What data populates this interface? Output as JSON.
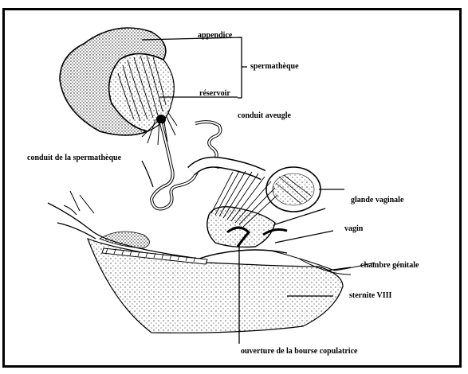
{
  "figure": {
    "labels": {
      "appendice": "appendice",
      "spermatheque": "spermathèque",
      "reservoir": "réservoir",
      "conduit_aveugle": "conduit aveugle",
      "conduit_spermatheque": "conduit de la spermathèque",
      "glande_vaginale": "glande vaginale",
      "vagin": "vagin",
      "chambre_genitale": "chambre génitale",
      "sternite": "sternite VIII",
      "ouverture": "ouverture de la bourse copulatrice"
    }
  }
}
